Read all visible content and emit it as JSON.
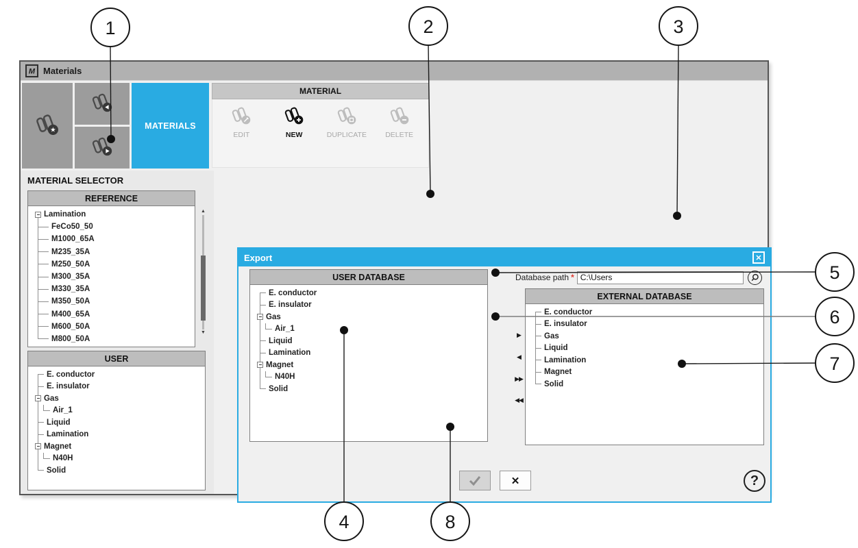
{
  "window": {
    "title": "Materials",
    "app_icon_letter": "M"
  },
  "ribbon": {
    "tab_label": "MATERIALS",
    "group_title": "MATERIAL",
    "buttons": [
      {
        "label": "EDIT",
        "enabled": false,
        "badge": "pencil"
      },
      {
        "label": "NEW",
        "enabled": true,
        "badge": "plus"
      },
      {
        "label": "DUPLICATE",
        "enabled": false,
        "badge": "copy"
      },
      {
        "label": "DELETE",
        "enabled": false,
        "badge": "minus"
      }
    ]
  },
  "selector": {
    "title": "MATERIAL SELECTOR",
    "reference_header": "REFERENCE",
    "user_header": "USER",
    "reference_tree": [
      {
        "label": "Lamination",
        "depth": 0,
        "expander": true
      },
      {
        "label": "FeCo50_50",
        "depth": 1,
        "bold": true
      },
      {
        "label": "M1000_65A",
        "depth": 1
      },
      {
        "label": "M235_35A",
        "depth": 1
      },
      {
        "label": "M250_50A",
        "depth": 1
      },
      {
        "label": "M300_35A",
        "depth": 1
      },
      {
        "label": "M330_35A",
        "depth": 1
      },
      {
        "label": "M350_50A",
        "depth": 1
      },
      {
        "label": "M400_65A",
        "depth": 1
      },
      {
        "label": "M600_50A",
        "depth": 1
      },
      {
        "label": "M800_50A",
        "depth": 1
      }
    ],
    "user_tree": [
      {
        "label": "E. conductor",
        "depth": 0
      },
      {
        "label": "E. insulator",
        "depth": 0
      },
      {
        "label": "Gas",
        "depth": 0,
        "expander": true
      },
      {
        "label": "Air_1",
        "depth": 1,
        "elbow": true
      },
      {
        "label": "Liquid",
        "depth": 0
      },
      {
        "label": "Lamination",
        "depth": 0
      },
      {
        "label": "Magnet",
        "depth": 0,
        "expander": true
      },
      {
        "label": "N40H",
        "depth": 1,
        "elbow": true
      },
      {
        "label": "Solid",
        "depth": 0
      }
    ]
  },
  "dialog": {
    "title": "Export",
    "close_glyph": "✕",
    "user_db_header": "USER DATABASE",
    "external_db_header": "EXTERNAL DATABASE",
    "user_db_tree": [
      {
        "label": "E. conductor",
        "depth": 0
      },
      {
        "label": "E. insulator",
        "depth": 0
      },
      {
        "label": "Gas",
        "depth": 0,
        "expander": true
      },
      {
        "label": "Air_1",
        "depth": 1,
        "elbow": true
      },
      {
        "label": "Liquid",
        "depth": 0
      },
      {
        "label": "Lamination",
        "depth": 0
      },
      {
        "label": "Magnet",
        "depth": 0,
        "expander": true
      },
      {
        "label": "N40H",
        "depth": 1,
        "elbow": true
      },
      {
        "label": "Solid",
        "depth": 0
      }
    ],
    "external_db_tree": [
      {
        "label": "E. conductor",
        "depth": 0
      },
      {
        "label": "E. insulator",
        "depth": 0
      },
      {
        "label": "Gas",
        "depth": 0
      },
      {
        "label": "Liquid",
        "depth": 0
      },
      {
        "label": "Lamination",
        "depth": 0
      },
      {
        "label": "Magnet",
        "depth": 0
      },
      {
        "label": "Solid",
        "depth": 0
      }
    ],
    "path_label": "Database path",
    "path_required_mark": "*",
    "path_value": "C:\\Users",
    "transfer_buttons": [
      "▶",
      "◀",
      "▶▶",
      "◀◀"
    ],
    "help_glyph": "?",
    "cancel_glyph": "✕"
  },
  "callouts": {
    "labels": [
      "1",
      "2",
      "3",
      "4",
      "5",
      "6",
      "7",
      "8"
    ]
  },
  "colors": {
    "accent": "#29abe2",
    "titlebar": "#b1b1b1",
    "callout_line": "#1a1a1a"
  }
}
